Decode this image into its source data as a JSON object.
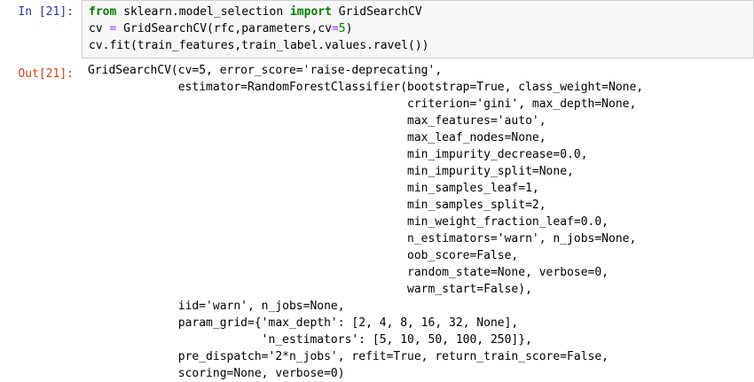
{
  "notebook": {
    "input_cell": {
      "prompt": "In [21]:",
      "code_lines": [
        {
          "tokens": [
            {
              "t": "from",
              "c": "kw"
            },
            {
              "t": " sklearn.model_selection ",
              "c": "plain"
            },
            {
              "t": "import",
              "c": "kw"
            },
            {
              "t": " GridSearchCV",
              "c": "plain"
            }
          ]
        },
        {
          "tokens": [
            {
              "t": "cv ",
              "c": "plain"
            },
            {
              "t": "=",
              "c": "op"
            },
            {
              "t": " GridSearchCV(rfc,parameters,cv",
              "c": "plain"
            },
            {
              "t": "=",
              "c": "op"
            },
            {
              "t": "5",
              "c": "num"
            },
            {
              "t": ")",
              "c": "plain"
            }
          ]
        },
        {
          "tokens": [
            {
              "t": "cv.fit(train_features,train_label.values.ravel())",
              "c": "plain"
            }
          ]
        }
      ]
    },
    "output_cell": {
      "prompt": "Out[21]:",
      "text_lines": [
        "GridSearchCV(cv=5, error_score='raise-deprecating',",
        "             estimator=RandomForestClassifier(bootstrap=True, class_weight=None,",
        "                                              criterion='gini', max_depth=None,",
        "                                              max_features='auto',",
        "                                              max_leaf_nodes=None,",
        "                                              min_impurity_decrease=0.0,",
        "                                              min_impurity_split=None,",
        "                                              min_samples_leaf=1,",
        "                                              min_samples_split=2,",
        "                                              min_weight_fraction_leaf=0.0,",
        "                                              n_estimators='warn', n_jobs=None,",
        "                                              oob_score=False,",
        "                                              random_state=None, verbose=0,",
        "                                              warm_start=False),",
        "             iid='warn', n_jobs=None,",
        "             param_grid={'max_depth': [2, 4, 8, 16, 32, None],",
        "                         'n_estimators': [5, 10, 50, 100, 250]},",
        "             pre_dispatch='2*n_jobs', refit=True, return_train_score=False,",
        "             scoring=None, verbose=0)"
      ]
    }
  },
  "colors": {
    "prompt_in": "#2b35a8",
    "prompt_out": "#d84315",
    "keyword": "#008000",
    "operator": "#aa22ff",
    "number": "#008000",
    "cell_background": "#f7f7f7",
    "cell_border": "#cfcfcf",
    "text": "#000000",
    "page_background": "#ffffff"
  }
}
